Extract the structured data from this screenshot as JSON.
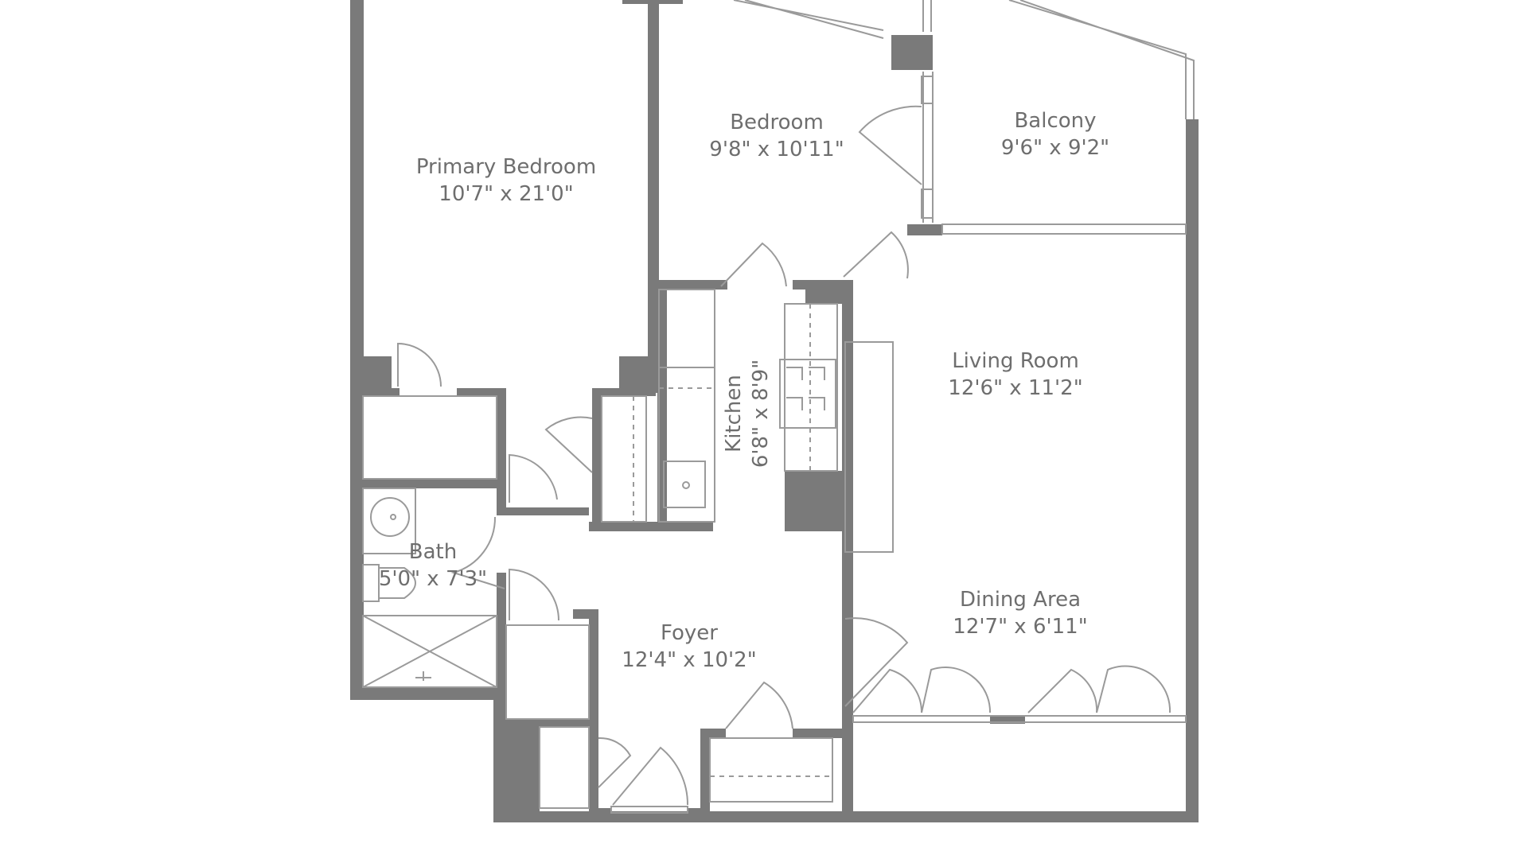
{
  "colors": {
    "wall": "#7a7a7a",
    "thin": "#9a9a9a",
    "text": "#6e6e6e",
    "background": "#ffffff"
  },
  "rooms": {
    "primary_bedroom": {
      "name": "Primary Bedroom",
      "dimensions": "10'7\" x 21'0\""
    },
    "bedroom": {
      "name": "Bedroom",
      "dimensions": "9'8\" x 10'11\""
    },
    "balcony": {
      "name": "Balcony",
      "dimensions": "9'6\" x 9'2\""
    },
    "living_room": {
      "name": "Living Room",
      "dimensions": "12'6\" x 11'2\""
    },
    "kitchen": {
      "name": "Kitchen",
      "dimensions": "6'8\" x 8'9\""
    },
    "bath": {
      "name": "Bath",
      "dimensions": "5'0\" x 7'3\""
    },
    "foyer": {
      "name": "Foyer",
      "dimensions": "12'4\" x 10'2\""
    },
    "dining_area": {
      "name": "Dining Area",
      "dimensions": "12'7\" x 6'11\""
    }
  }
}
